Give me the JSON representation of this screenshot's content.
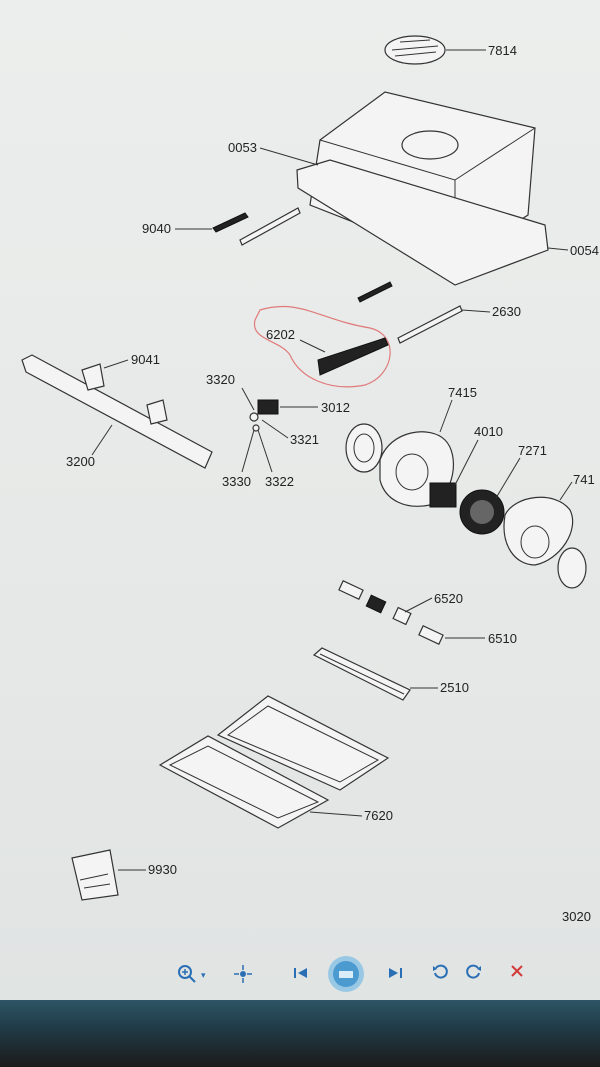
{
  "diagram": {
    "labels": {
      "p7814": "7814",
      "p0053": "0053",
      "p0054": "0054",
      "p9040": "9040",
      "p2630": "2630",
      "p6202": "6202",
      "p9041": "9041",
      "p3320": "3320",
      "p3012": "3012",
      "p3321": "3321",
      "p3200": "3200",
      "p3330": "3330",
      "p3322": "3322",
      "p7415": "7415",
      "p4010": "4010",
      "p7271": "7271",
      "p741x": "741",
      "p6520": "6520",
      "p6510": "6510",
      "p2510": "2510",
      "p7620": "7620",
      "p9930": "9930",
      "p3020": "3020"
    }
  },
  "viewer_toolbar": {
    "zoom_icon": "zoom-in-icon",
    "zoom_caret": "▾",
    "pan_icon": "pan-icon",
    "first_icon": "first-page-icon",
    "page_indicator_icon": "page-thumbnail-icon",
    "last_icon": "last-page-icon",
    "rotate_left_icon": "rotate-left-icon",
    "rotate_right_icon": "rotate-right-icon",
    "close_icon": "close-icon",
    "accent_color": "#2a6fb5",
    "close_color": "#d23a3a"
  }
}
